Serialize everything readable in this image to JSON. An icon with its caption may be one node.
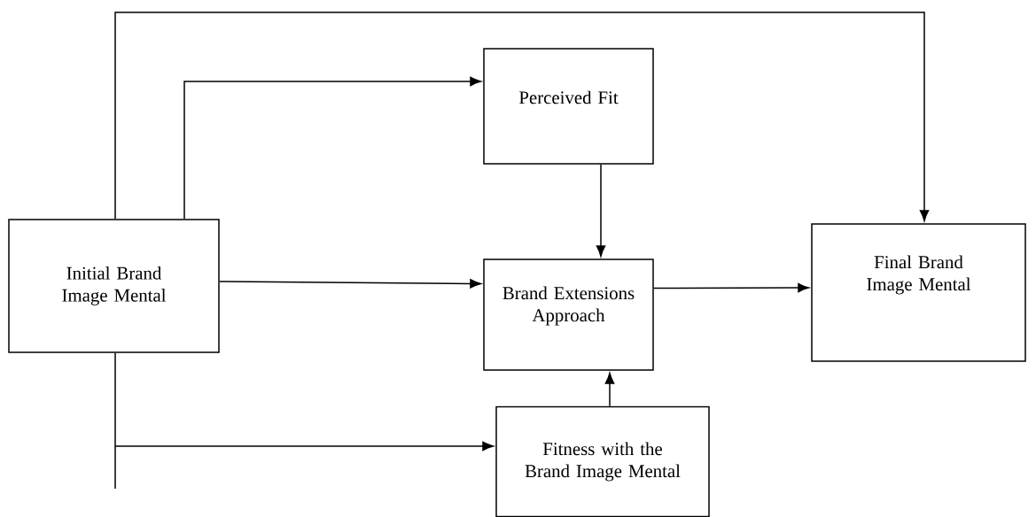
{
  "diagram": {
    "nodes": [
      {
        "text": [
          "Initial Brand Image Mental"
        ]
      },
      {
        "text": [
          "Perceived Fit"
        ]
      },
      {
        "text": [
          "Brand Extensions Approach"
        ]
      },
      {
        "text": [
          "Final Brand Image Mental"
        ]
      },
      {
        "text": [
          "Fitness with the Brand Image Mental"
        ]
      }
    ],
    "edges": [
      {
        "from": 0,
        "to": 3,
        "arrow": "to"
      },
      {
        "from": 0,
        "to": 1,
        "arrow": "to"
      },
      {
        "from": 1,
        "to": 2,
        "arrow": "to"
      },
      {
        "from": 0,
        "to": 2,
        "arrow": "to"
      },
      {
        "from": 2,
        "to": 3,
        "arrow": "to"
      },
      {
        "from": 0,
        "to": 4,
        "arrow": "to"
      },
      {
        "from": 4,
        "to": 2,
        "arrow": "to"
      }
    ]
  }
}
